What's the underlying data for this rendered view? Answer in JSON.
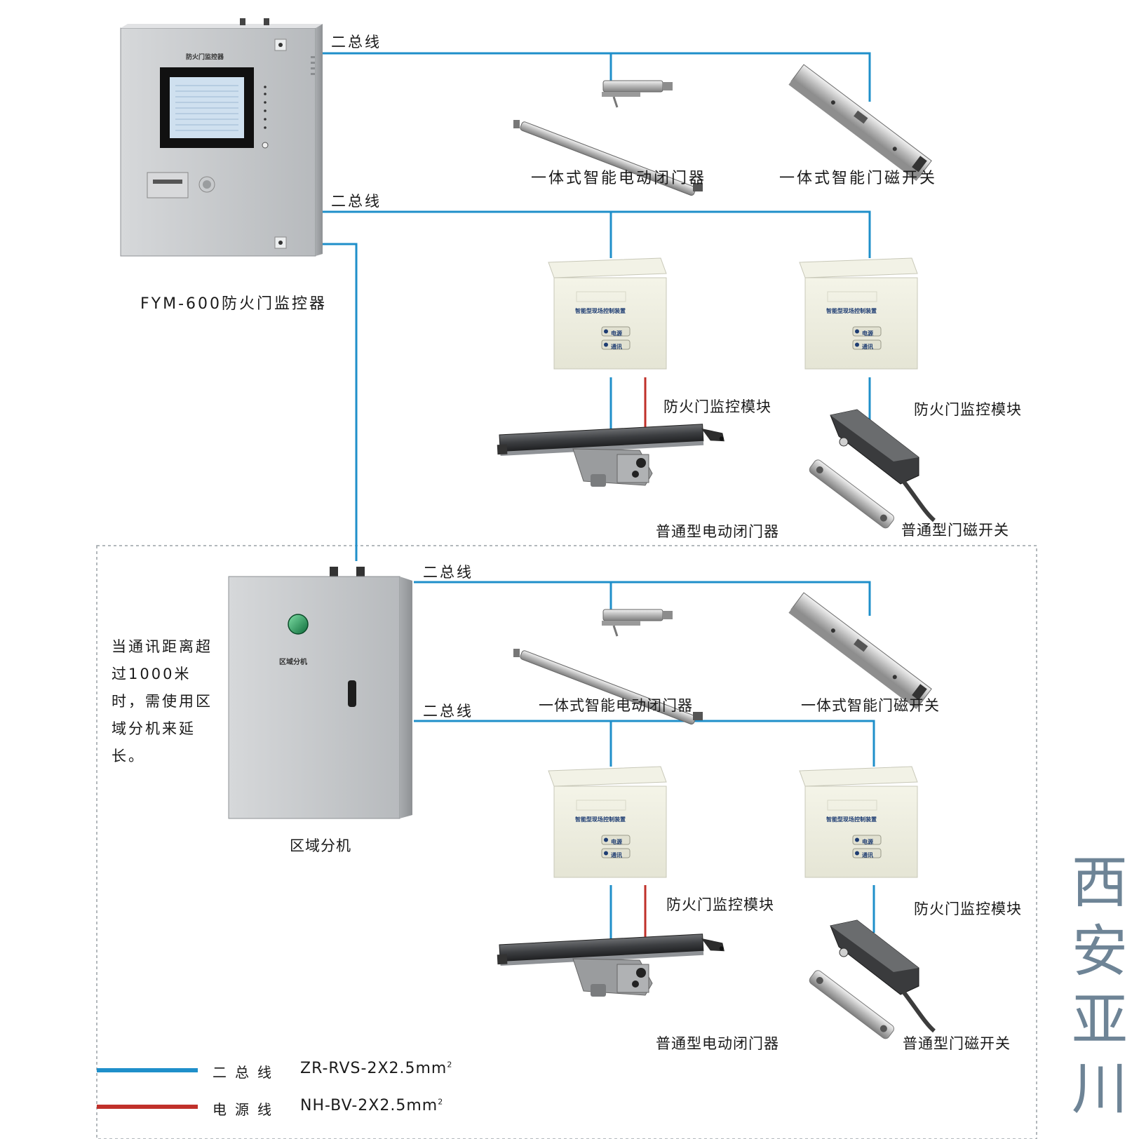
{
  "bus_label": "二总线",
  "colors": {
    "bus_line": "#1f8fca",
    "power_line": "#c0302a",
    "enclosure": "#c9cbcd",
    "module_body": "#eeeedf",
    "dashed_border": "#9aa0a6",
    "brand_text": "#6e8496"
  },
  "top_section": {
    "controller": {
      "label": "FYM-600防火门监控器",
      "panel_title": "防火门监控器"
    },
    "integrated_closer_label": "一体式智能电动闭门器",
    "integrated_switch_label": "一体式智能门磁开关",
    "module_label": "防火门监控模块",
    "module_panel_text": "智能型现场控制装置",
    "module_buttons": [
      "电源",
      "通讯"
    ],
    "normal_closer_label": "普通型电动闭门器",
    "normal_switch_label": "普通型门磁开关"
  },
  "bottom_section": {
    "sub_unit": {
      "label": "区域分机",
      "panel_text": "区域分机"
    },
    "note": "当通讯距离超过1000米时，需使用区域分机来延长。",
    "integrated_closer_label": "一体式智能电动闭门器",
    "integrated_switch_label": "一体式智能门磁开关",
    "module_label": "防火门监控模块",
    "normal_closer_label": "普通型电动闭门器",
    "normal_switch_label": "普通型门磁开关"
  },
  "legend": [
    {
      "name": "二总线",
      "spec": "ZR-RVS-2X2.5mm",
      "sup": "2",
      "color": "#1f8fca"
    },
    {
      "name": "电源线",
      "spec": "NH-BV-2X2.5mm",
      "sup": "2",
      "color": "#c0302a"
    }
  ],
  "brand": [
    "西",
    "安",
    "亚",
    "川"
  ]
}
